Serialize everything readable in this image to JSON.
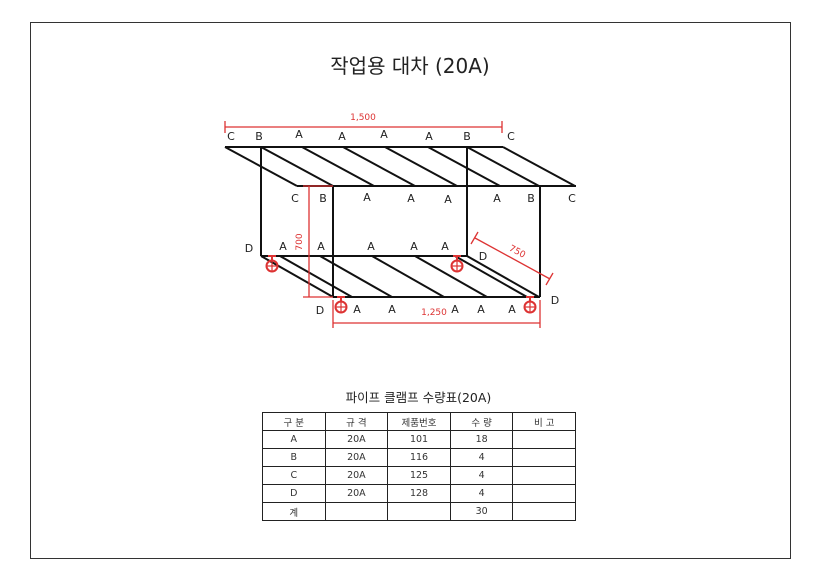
{
  "title": "작업용 대차 (20A)",
  "dimensions": {
    "length": "1,500",
    "height": "700",
    "depth": "750",
    "bottom_length": "1,250"
  },
  "labels": {
    "top_back": [
      "C",
      "B",
      "A",
      "A",
      "A",
      "A",
      "B",
      "C"
    ],
    "top_front": [
      "C",
      "B",
      "A",
      "A",
      "A",
      "A",
      "B",
      "C"
    ],
    "bottom_back": [
      "D",
      "A",
      "A",
      "A",
      "A",
      "A",
      "D"
    ],
    "bottom_front": [
      "D",
      "A",
      "A",
      "A",
      "A",
      "A",
      "D"
    ]
  },
  "table": {
    "title": "파이프 클램프 수량표(20A)",
    "headers": [
      "구 분",
      "규 격",
      "제품번호",
      "수 량",
      "비 고"
    ],
    "rows": [
      [
        "A",
        "20A",
        "101",
        "18",
        ""
      ],
      [
        "B",
        "20A",
        "116",
        "4",
        ""
      ],
      [
        "C",
        "20A",
        "125",
        "4",
        ""
      ],
      [
        "D",
        "20A",
        "128",
        "4",
        ""
      ],
      [
        "계",
        "",
        "",
        "30",
        ""
      ]
    ]
  },
  "colors": {
    "pipe": "#111111",
    "dimension": "#dd3333"
  }
}
